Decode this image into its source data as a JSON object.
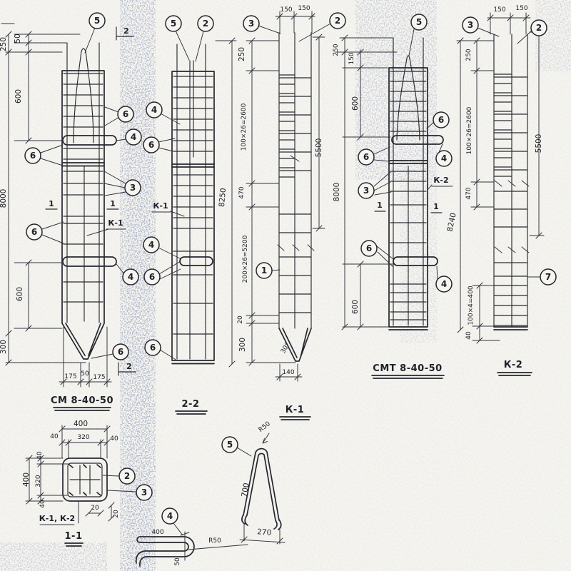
{
  "callouts": {
    "c1": "1",
    "c2": "2",
    "c3": "3",
    "c4": "4",
    "c5": "5",
    "c6": "6",
    "c7": "7"
  },
  "sm": {
    "title": "СМ 8-40-50",
    "d250": "250",
    "d50": "50",
    "d600a": "600",
    "d8000": "8000",
    "d600b": "600",
    "d300": "300",
    "d175a": "175",
    "d50b": "50",
    "d175b": "175",
    "k1": "К-1",
    "s1a": "1",
    "s1b": "1",
    "s2a": "2",
    "s2b": "2"
  },
  "v22": {
    "title": "2-2",
    "d8250": "8250",
    "k1": "К-1"
  },
  "k1v": {
    "title": "К-1",
    "d150a": "150",
    "d150b": "150",
    "d250": "250",
    "d2600": "100×26=2600",
    "d470": "470",
    "d5500": "5500",
    "d5200": "200×26=5200",
    "d20": "20",
    "d300": "300",
    "d140": "140",
    "d30": "30°"
  },
  "smt": {
    "title": "СМТ 8-40-50",
    "d250": "250",
    "d150": "150",
    "d600a": "600",
    "d8000": "8000",
    "d600b": "600",
    "d8240": "8240",
    "k2": "К-2",
    "s1a": "1",
    "s1b": "1"
  },
  "k2v": {
    "title": "К-2",
    "d150a": "150",
    "d150b": "150",
    "d250": "250",
    "d2600": "100×26=2600",
    "d470": "470",
    "d5500": "5500",
    "d400": "100×4=400",
    "d40": "40"
  },
  "s11": {
    "title": "1-1",
    "ref": "К-1, К-2",
    "d400t": "400",
    "d40a": "40",
    "d320t": "320",
    "d40b": "40",
    "d40c": "40",
    "d320l": "320",
    "d40d": "40",
    "d400l": "400",
    "d20a": "20",
    "d20b": "20"
  },
  "det4": {
    "d400": "400",
    "r50": "R50",
    "d50": "50"
  },
  "det5": {
    "r50": "R50",
    "d700": "700",
    "d270": "270"
  }
}
